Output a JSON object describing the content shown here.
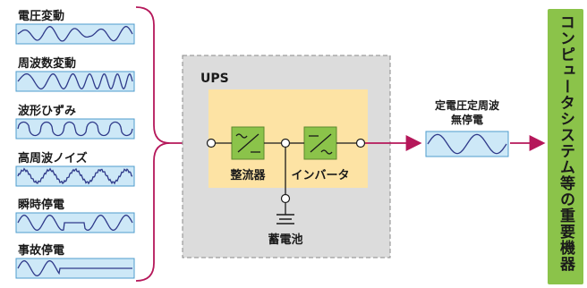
{
  "disturbances": [
    {
      "label": "電圧変動",
      "wave": "amplitude-variation"
    },
    {
      "label": "周波数変動",
      "wave": "frequency-variation"
    },
    {
      "label": "波形ひずみ",
      "wave": "distorted"
    },
    {
      "label": "高周波ノイズ",
      "wave": "high-frequency-noise"
    },
    {
      "label": "瞬時停電",
      "wave": "momentary-outage"
    },
    {
      "label": "事故停電",
      "wave": "outage"
    }
  ],
  "ups": {
    "title": "UPS",
    "rectifier_label": "整流器",
    "inverter_label": "インバータ",
    "battery_label": "蓄電池"
  },
  "output": {
    "line1": "定電圧定周波",
    "line2": "無停電"
  },
  "target": "コンピュータシステム等の重要機器",
  "colors": {
    "accent_line": "#b5175a",
    "wave_box_fill": "#cde8f7",
    "wave_box_border": "#4f9ccc",
    "wave_stroke": "#2f3a8a",
    "ups_box_fill": "#dcdcdc",
    "ups_inner_fill": "#fde3a4",
    "component_fill": "#8bc34a",
    "target_fill": "#8bc34a"
  },
  "icons": [
    "rectifier-icon",
    "inverter-icon",
    "ground-icon",
    "arrow-right-icon"
  ]
}
